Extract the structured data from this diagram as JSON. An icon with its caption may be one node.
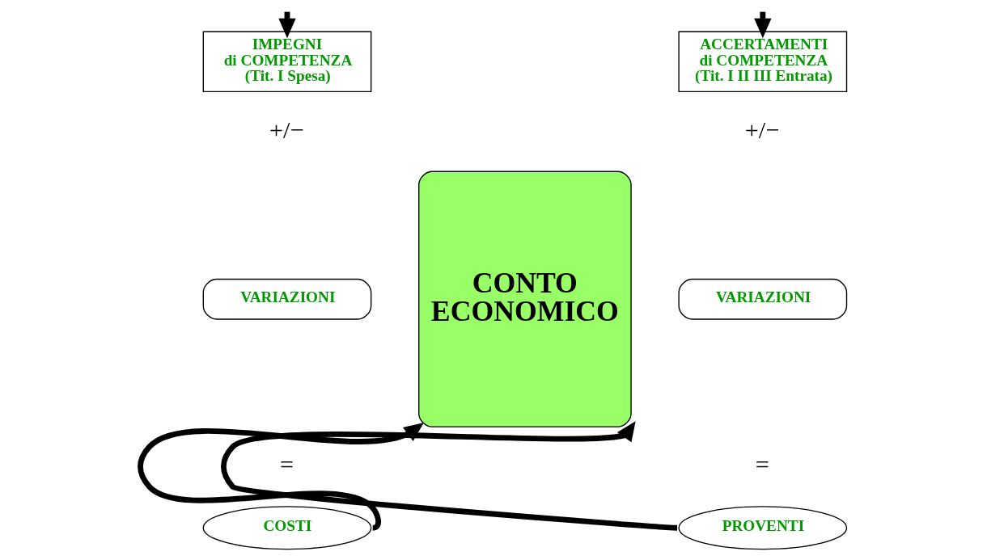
{
  "diagram": {
    "nodes": [
      {
        "text": [
          "IMPEGNI di COMPETENZA (Tit. I Spesa)"
        ]
      },
      {
        "text": [
          "VARIAZIONI"
        ]
      },
      {
        "text": [
          "COSTI"
        ]
      },
      {
        "text": [
          "CONTO ECONOMICO"
        ]
      },
      {
        "text": [
          "ACCERTAMENTI di COMPETENZA (Tit. I II III Entrata)"
        ]
      },
      {
        "text": [
          "VARIAZIONI"
        ]
      },
      {
        "text": [
          "PROVENTI"
        ]
      }
    ],
    "edges": [
      {
        "from": null,
        "to": 0,
        "arrow": "to"
      },
      {
        "from": null,
        "to": 4,
        "arrow": "to"
      },
      {
        "from": 2,
        "to": 3,
        "arrow": "to"
      },
      {
        "from": 6,
        "to": 3,
        "arrow": "to"
      }
    ],
    "labels": [
      "+/−",
      "=",
      "+/−",
      "="
    ]
  }
}
